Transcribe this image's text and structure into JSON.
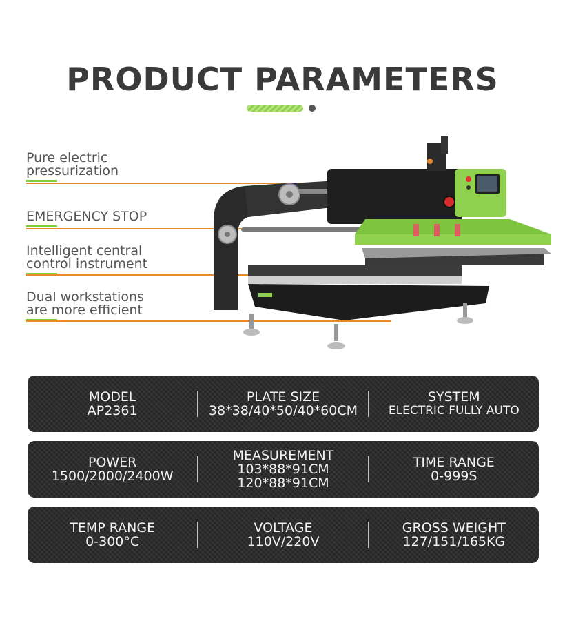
{
  "header": {
    "title": "PRODUCT PARAMETERS"
  },
  "features": [
    {
      "line1": "Pure electric",
      "line2": "pressurization"
    },
    {
      "line1": "EMERGENCY STOP",
      "line2": ""
    },
    {
      "line1": "Intelligent central",
      "line2": "control instrument"
    },
    {
      "line1": "Dual workstations",
      "line2": "are more efficient"
    }
  ],
  "colors": {
    "accent": "#7ccd38",
    "callout": "#e8892a",
    "panel": "#262626",
    "title": "#3a3a3a"
  },
  "params": [
    [
      {
        "label": "MODEL",
        "value": "AP2361",
        "value2": ""
      },
      {
        "label": "PLATE SIZE",
        "value": "38*38/40*50/40*60CM",
        "value2": ""
      },
      {
        "label": "SYSTEM",
        "value": "ELECTRIC FULLY AUTO",
        "value2": ""
      }
    ],
    [
      {
        "label": "POWER",
        "value": "1500/2000/2400W",
        "value2": ""
      },
      {
        "label": "MEASUREMENT",
        "value": "103*88*91CM",
        "value2": "120*88*91CM"
      },
      {
        "label": "TIME RANGE",
        "value": "0-999S",
        "value2": ""
      }
    ],
    [
      {
        "label": "TEMP RANGE",
        "value": "0-300°C",
        "value2": ""
      },
      {
        "label": "VOLTAGE",
        "value": "110V/220V",
        "value2": ""
      },
      {
        "label": "GROSS WEIGHT",
        "value": "127/151/165KG",
        "value2": ""
      }
    ]
  ]
}
